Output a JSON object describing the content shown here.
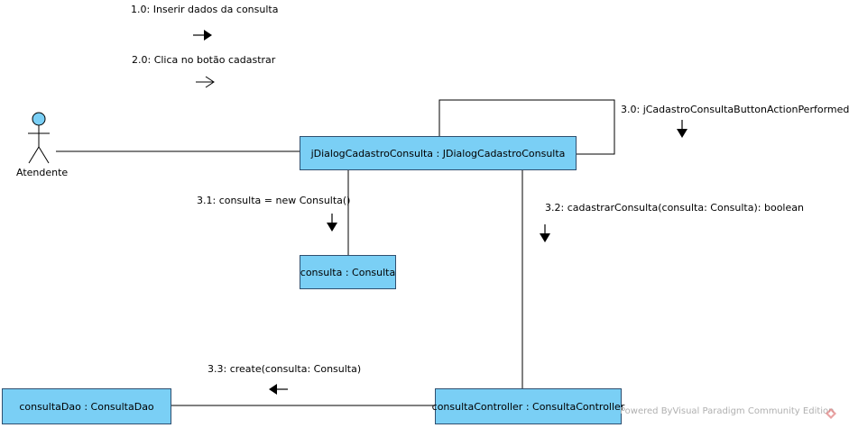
{
  "actor": {
    "name": "Atendente"
  },
  "objects": {
    "dialog": "jDialogCadastroConsulta : JDialogCadastroConsulta",
    "consulta": "consulta : Consulta",
    "controller": "consultaController : ConsultaController",
    "dao": "consultaDao : ConsultaDao"
  },
  "messages": {
    "m1_0": "1.0: Inserir dados da consulta",
    "m2_0": "2.0: Clica no botão cadastrar",
    "m3_0": "3.0: jCadastroConsultaButtonActionPerformed",
    "m3_1": "3.1: consulta = new Consulta()",
    "m3_2": "3.2: cadastrarConsulta(consulta: Consulta): boolean",
    "m3_3": "3.3: create(consulta: Consulta)"
  },
  "watermark": {
    "text": "Powered ByVisual Paradigm Community Edition"
  },
  "colors": {
    "object_fill": "#7acff5",
    "actor_head": "#7acff5",
    "line": "#000000"
  }
}
